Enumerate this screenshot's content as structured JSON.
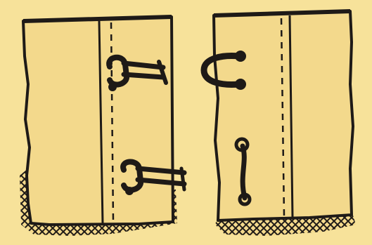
{
  "illustration": {
    "subject": "hook-and-eye-closure",
    "colors": {
      "background": "#f7e29a",
      "fabric": "#f3d98c",
      "ink": "#1e1a17"
    },
    "panels": [
      {
        "side": "left",
        "fastener": "hooks",
        "count": 2
      },
      {
        "side": "right",
        "fastener": "eyes",
        "count": 2
      }
    ]
  }
}
